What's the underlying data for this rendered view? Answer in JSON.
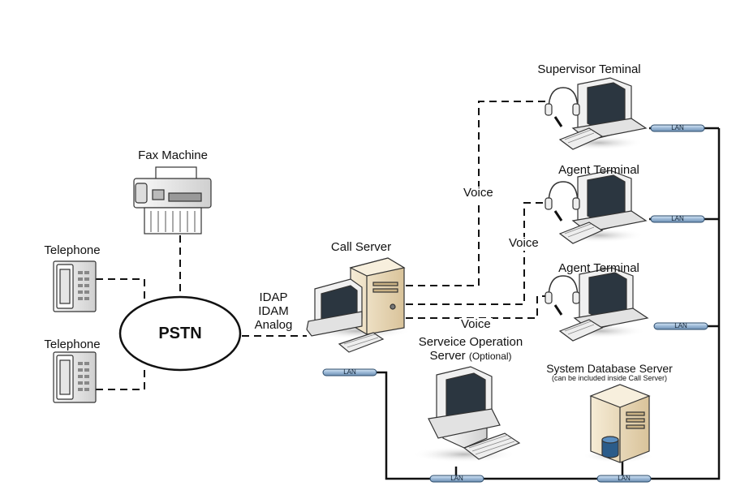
{
  "labels": {
    "fax": "Fax Machine",
    "telephone_top": "Telephone",
    "telephone_bottom": "Telephone",
    "pstn": "PSTN",
    "protocol_1": "IDAP",
    "protocol_2": "IDAM",
    "protocol_3": "Analog",
    "call_server": "Call Server",
    "supervisor_terminal": "Supervisor Teminal",
    "agent_terminal_1": "Agent Terminal",
    "agent_terminal_2": "Agent Terminal",
    "voice_1": "Voice",
    "voice_2": "Voice",
    "voice_3": "Voice",
    "service_server_line1": "Serveice Operation",
    "service_server_line2": "Server",
    "service_server_optional": "(Optional)",
    "db_server": "System Database Server",
    "db_server_note": "(can be included inside Call Server)",
    "lan": "LAN"
  },
  "colors": {
    "line": "#111111",
    "lan_bar": "#9ab8d6",
    "monitor_body": "#f2f2f2",
    "screen": "#2b3640",
    "server_tan": "#e8d8b8"
  }
}
